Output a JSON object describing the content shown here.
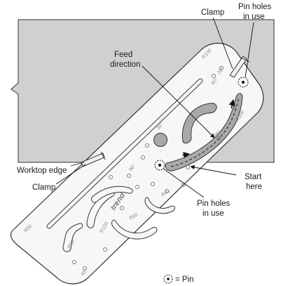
{
  "labels": {
    "clamp_top": "Clamp",
    "pin_holes_top_line1": "Pin holes",
    "pin_holes_top_line2": "in use",
    "feed_line1": "Feed",
    "feed_line2": "direction",
    "worktop_edge": "Worktop edge",
    "clamp_bottom": "Clamp",
    "start_line1": "Start",
    "start_line2": "here",
    "pin_holes_bottom_line1": "Pin holes",
    "pin_holes_bottom_line2": "in use",
    "pin_legend": "= Pin"
  },
  "jig_markings": {
    "brand": "trend",
    "r100": "R100",
    "r300": "R300",
    "r50": "R50",
    "r60": "R60",
    "r80": "R80",
    "r40": "R40",
    "r150": "R150",
    "deg_20": "20°",
    "deg_35": "35°",
    "deg_45_top": "45°",
    "deg_45_bottom": "45°",
    "deg_60": "60°",
    "deg_90": "90°"
  },
  "colors": {
    "worktop_fill": "#d0d0d0",
    "jig_fill": "#f7f7f7",
    "outline": "#333333",
    "slot_fill": "#a9a9a9"
  }
}
